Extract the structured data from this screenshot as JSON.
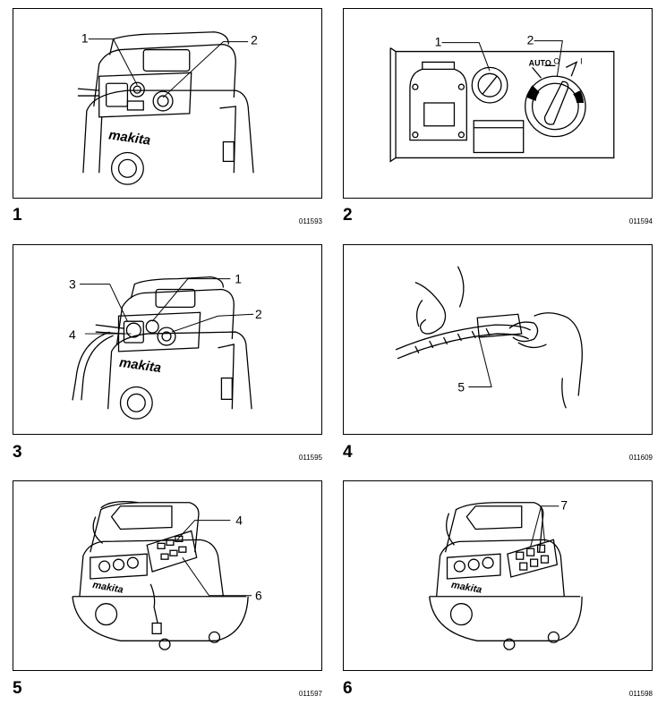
{
  "figures": [
    {
      "number": "1",
      "code": "011593",
      "callouts": [
        "1",
        "2"
      ],
      "brand": "makita"
    },
    {
      "number": "2",
      "code": "011594",
      "callouts": [
        "1",
        "2"
      ],
      "switch_labels": [
        "AUTO",
        "O",
        "I"
      ]
    },
    {
      "number": "3",
      "code": "011595",
      "callouts": [
        "3",
        "1",
        "4",
        "2"
      ],
      "brand": "makita"
    },
    {
      "number": "4",
      "code": "011609",
      "callouts": [
        "5"
      ]
    },
    {
      "number": "5",
      "code": "011597",
      "callouts": [
        "4",
        "6"
      ],
      "brand": "makita"
    },
    {
      "number": "6",
      "code": "011598",
      "callouts": [
        "7"
      ],
      "brand": "makita"
    }
  ]
}
